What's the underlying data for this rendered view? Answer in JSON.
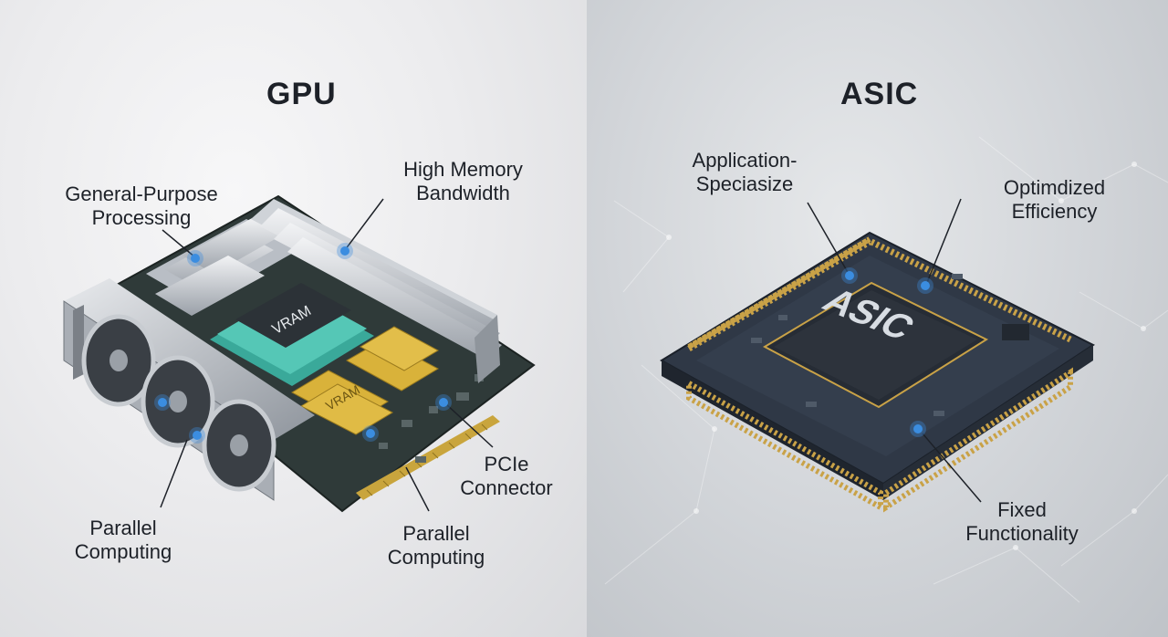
{
  "gpu": {
    "title": "GPU",
    "labels": {
      "general_purpose": [
        "General-Purpose",
        "Processing"
      ],
      "memory_bandwidth": [
        "High Memory",
        "Bandwidth"
      ],
      "parallel_left": [
        "Parallel",
        "Computing"
      ],
      "parallel_right": [
        "Parallel",
        "Computing"
      ],
      "pcie": [
        "PCIe",
        "Connector"
      ]
    },
    "chip_text": {
      "vram_main": "VRAM",
      "vram_small": "VRAM"
    }
  },
  "asic": {
    "title": "ASIC",
    "labels": {
      "application": [
        "Application-",
        "Speciasize"
      ],
      "efficiency": [
        "Optimdized",
        "Efficiency"
      ],
      "fixed": [
        "Fixed",
        "Functionality"
      ]
    },
    "chip_text": "ASIC"
  },
  "colors": {
    "accent_blue": "#3b8de0",
    "vram_teal": "#4fc2b3",
    "memory_gold": "#d9b23a",
    "pin_gold": "#c9a247",
    "asic_body": "#2a3039",
    "pcb_dark": "#2e3a3a"
  },
  "icons": [
    "marker-dot-icon",
    "fan-icon"
  ]
}
